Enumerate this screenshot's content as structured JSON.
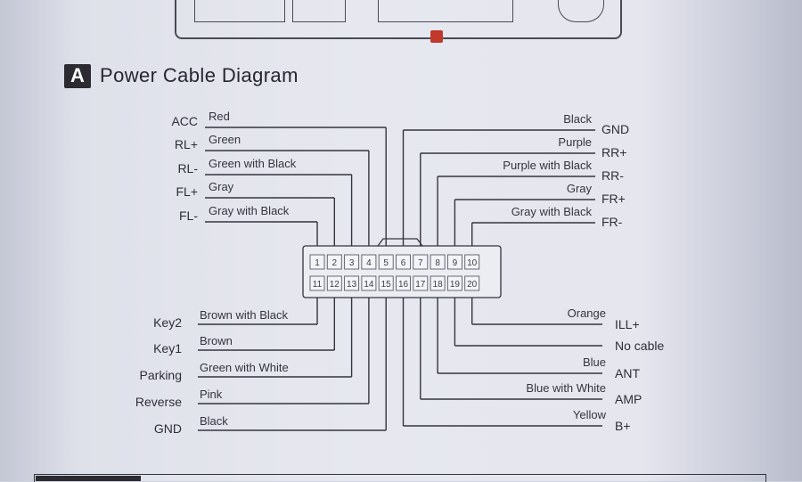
{
  "header": {
    "badge": "A",
    "title": "Power Cable Diagram"
  },
  "pins_top": [
    "1",
    "2",
    "3",
    "4",
    "5",
    "6",
    "7",
    "8",
    "9",
    "10"
  ],
  "pins_bottom": [
    "11",
    "12",
    "13",
    "14",
    "15",
    "16",
    "17",
    "18",
    "19",
    "20"
  ],
  "left_top": [
    {
      "signal": "ACC",
      "color": "Red"
    },
    {
      "signal": "RL+",
      "color": "Green"
    },
    {
      "signal": "RL-",
      "color": "Green with Black"
    },
    {
      "signal": "FL+",
      "color": "Gray"
    },
    {
      "signal": "FL-",
      "color": "Gray with Black"
    }
  ],
  "right_top": [
    {
      "signal": "GND",
      "color": "Black"
    },
    {
      "signal": "RR+",
      "color": "Purple"
    },
    {
      "signal": "RR-",
      "color": "Purple with Black"
    },
    {
      "signal": "FR+",
      "color": "Gray"
    },
    {
      "signal": "FR-",
      "color": "Gray with Black"
    }
  ],
  "left_bottom": [
    {
      "signal": "Key2",
      "color": "Brown with Black"
    },
    {
      "signal": "Key1",
      "color": "Brown"
    },
    {
      "signal": "Parking",
      "color": "Green with White"
    },
    {
      "signal": "Reverse",
      "color": "Pink"
    },
    {
      "signal": "GND",
      "color": "Black"
    }
  ],
  "right_bottom": [
    {
      "signal": "ILL+",
      "color": "Orange"
    },
    {
      "signal": "No cable",
      "color": ""
    },
    {
      "signal": "ANT",
      "color": "Blue"
    },
    {
      "signal": "AMP",
      "color": "Blue with White"
    },
    {
      "signal": "B+",
      "color": "Yellow"
    }
  ],
  "colors": {
    "ink": "#34343e",
    "badge": "#2b2b31",
    "accent_marker": "#c0392b"
  }
}
